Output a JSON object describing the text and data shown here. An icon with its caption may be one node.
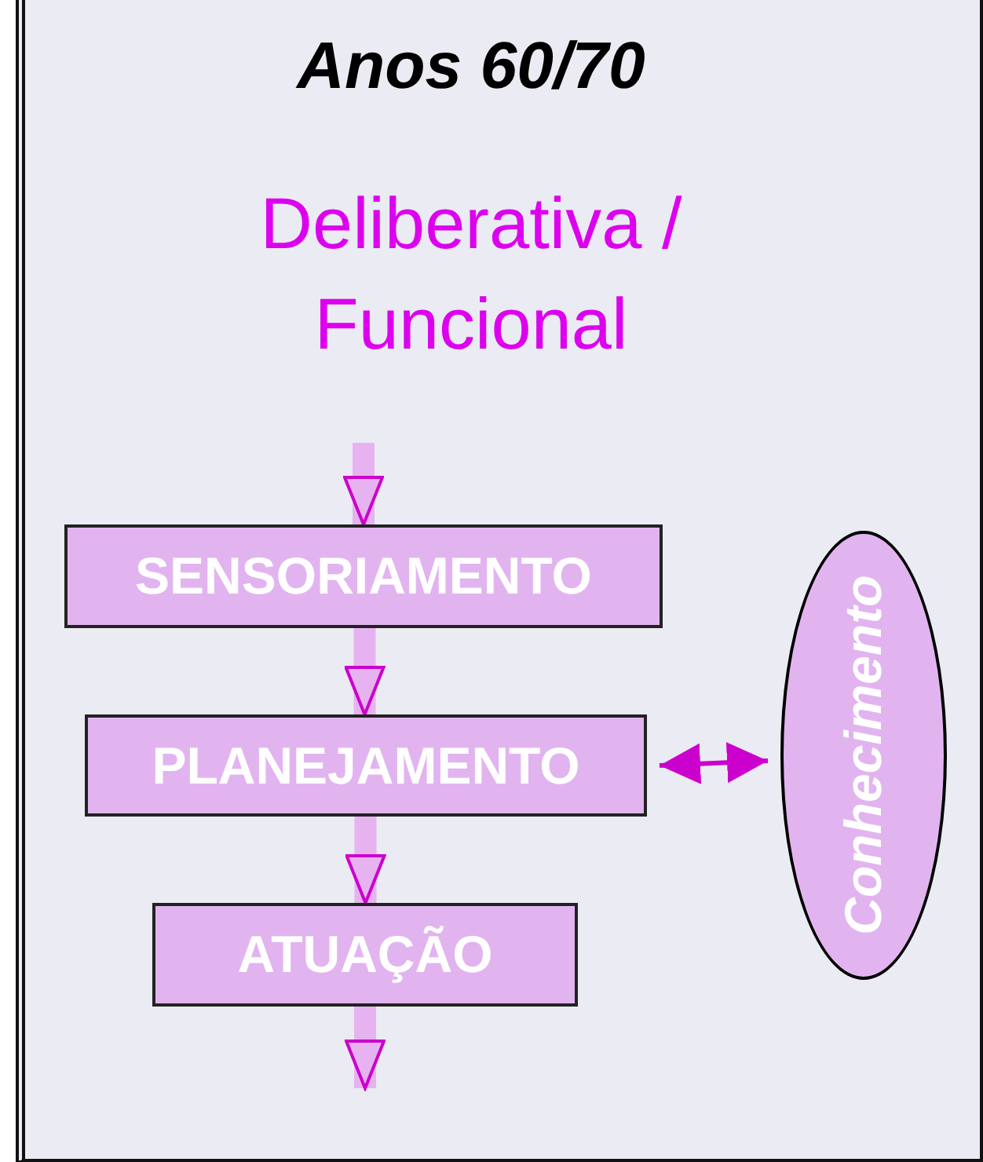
{
  "diagram": {
    "title": "Anos 60/70",
    "nodes": [
      {
        "text": [
          "SENSORIAMENTO"
        ]
      },
      {
        "text": [
          "PLANEJAMENTO"
        ]
      },
      {
        "text": [
          "ATUAÇÃO"
        ]
      },
      {
        "text": [
          "Conhecimento"
        ]
      }
    ],
    "edges": [
      {
        "from": null,
        "to": 0,
        "arrow": "to"
      },
      {
        "from": 0,
        "to": 1,
        "arrow": "to"
      },
      {
        "from": 1,
        "to": 2,
        "arrow": "to"
      },
      {
        "from": 2,
        "to": null,
        "arrow": "to"
      },
      {
        "from": 1,
        "to": 3,
        "arrow": "both",
        "color": "#cc00cc"
      }
    ],
    "labels": [
      "Deliberativa / Funcional"
    ]
  }
}
